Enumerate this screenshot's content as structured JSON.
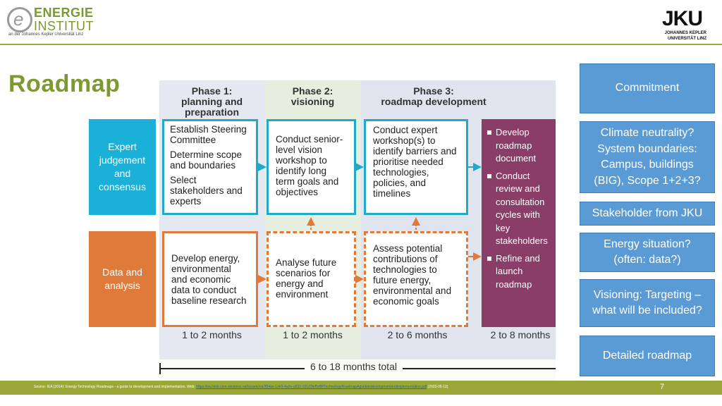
{
  "header": {
    "logo_left": {
      "line1": "ENERGIE",
      "line2": "INSTITUT",
      "sub": "an der Johannes Kepler Universität Linz"
    },
    "logo_right": {
      "mark": "JKU",
      "line1": "JOHANNES KEPLER",
      "line2": "UNIVERSITÄT LINZ"
    }
  },
  "title": "Roadmap",
  "diagram": {
    "phases": [
      "Phase 1:\nplanning and\npreparation",
      "Phase 2:\nvisioning",
      "Phase 3:\nroadmap development"
    ],
    "rows": [
      "Expert\njudgement\nand\nconsensus",
      "Data and\nanalysis"
    ],
    "box_p1_top": [
      "Establish Steering Committee",
      "Determine scope and boundaries",
      "Select stakeholders and experts"
    ],
    "box_p2_top": "Conduct senior-level vision workshop to identify long term goals and objectives",
    "box_p3_top": "Conduct expert workshop(s) to identify barriers and prioritise needed technologies, policies, and timelines",
    "box_p1_bottom": "Develop energy, environmental and economic data to conduct baseline research",
    "box_p2_bottom": "Analyse future scenarios for energy and environment",
    "box_p3_bottom": "Assess potential contributions of technologies to future energy, environmental and economic goals",
    "purple_items": [
      "Develop roadmap document",
      "Conduct review and consultation cycles with key stakeholders",
      "Refine and launch roadmap"
    ],
    "durations": [
      "1 to 2 months",
      "1 to 2 months",
      "2 to 6 months",
      "2 to 8 months"
    ],
    "total": "6 to 18 months total",
    "colors": {
      "teal": "#21a9c8",
      "orange": "#e07a3a",
      "purple": "#8a3d66"
    }
  },
  "sidebar": [
    "Commitment",
    "Climate neutrality?\nSystem boundaries:\nCampus, buildings\n(BIG), Scope 1+2+3?",
    "Stakeholder from JKU",
    "Energy situation?\n(often: data?)",
    "Visioning: Targeting –\nwhat will be included?",
    "Detailed roadmap"
  ],
  "footer": {
    "source": "Source: IEA (2014): Energy Technology Roadmaps - a guide to development and implementation. Web:",
    "link": "https://iea.blob.core.windows.net/assets/ca7f04ae-1de0-4a2e-a532-12123fef5d9f/TechnologyRoadmapAguidetodevelopmentandimplementation.pdf",
    "date": "(2023-06-12)",
    "page": "7"
  },
  "accent_color": "#7d9a2e",
  "sidebar_color": "#5b9bd5"
}
